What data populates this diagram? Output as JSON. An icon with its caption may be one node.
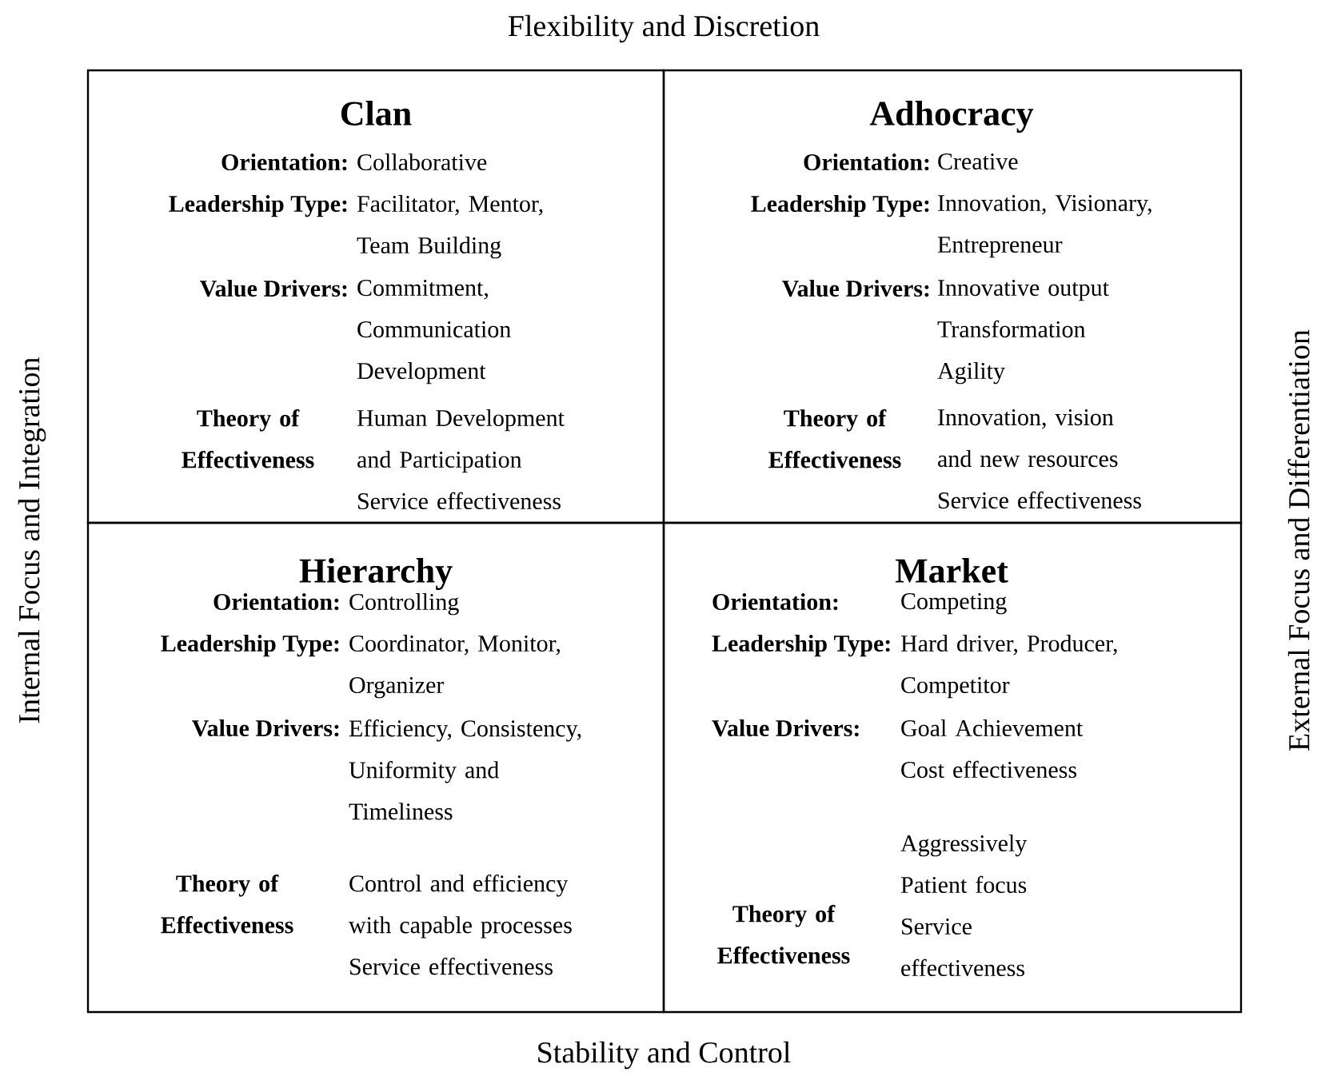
{
  "diagram": {
    "nodes": [
      {
        "text": [
          "Clan",
          "Orientation:",
          "Collaborative",
          "Leadership Type:",
          "Facilitator, Mentor, Team Building",
          "Value Drivers:",
          "Commitment, Communication Development",
          "Theory of Effectiveness",
          "Human Development and Participation",
          "Service effectiveness"
        ]
      },
      {
        "text": [
          "Adhocracy",
          "Orientation:",
          "Creative",
          "Leadership Type:",
          "Innovation, Visionary, Entrepreneur",
          "Value Drivers:",
          "Innovative output Transformation Agility",
          "Theory of Effectiveness",
          "Innovation, vision and new resources",
          "Service effectiveness"
        ]
      },
      {
        "text": [
          "Hierarchy",
          "Orientation:",
          "Controlling",
          "Leadership Type:",
          "Coordinator, Monitor, Organizer",
          "Value Drivers:",
          "Efficiency, Consistency, Uniformity and Timeliness",
          "Theory of Effectiveness",
          "Control and efficiency with capable processes",
          "Service effectiveness"
        ]
      },
      {
        "text": [
          "Market",
          "Orientation:",
          "Competing",
          "Leadership Type:",
          "Hard driver, Producer, Competitor",
          "Value Drivers:",
          "Goal Achievement Cost effectiveness",
          "Theory of Effectiveness",
          "Aggressively Patient focus",
          "Service effectiveness"
        ]
      }
    ],
    "labels": [
      "Flexibility and Discretion",
      "Internal Focus and Integration",
      "External Focus and Differentiation",
      "Stability and Control"
    ]
  }
}
